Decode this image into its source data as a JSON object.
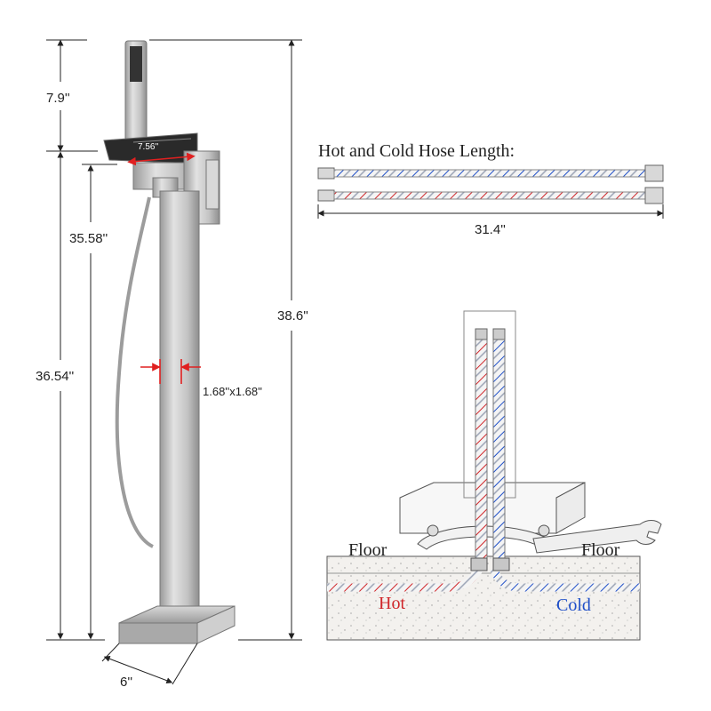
{
  "dimensions": {
    "hand_shower_height": "7.9''",
    "spout_length": "7.56''",
    "spout_height": "35.58''",
    "body_height": "36.54''",
    "total_height": "38.6''",
    "pipe_size": "1.68''x1.68''",
    "base_width": "6''"
  },
  "hose": {
    "title": "Hot and Cold Hose Length:",
    "length": "31.4''"
  },
  "installation": {
    "floor_left": "Floor",
    "floor_right": "Floor",
    "hot_label": "Hot",
    "cold_label": "Cold"
  },
  "colors": {
    "dimension_red": "#e02020",
    "hot": "#d0262a",
    "cold": "#1f4fc8",
    "metal": "#b8b8b8",
    "line": "#222222"
  }
}
